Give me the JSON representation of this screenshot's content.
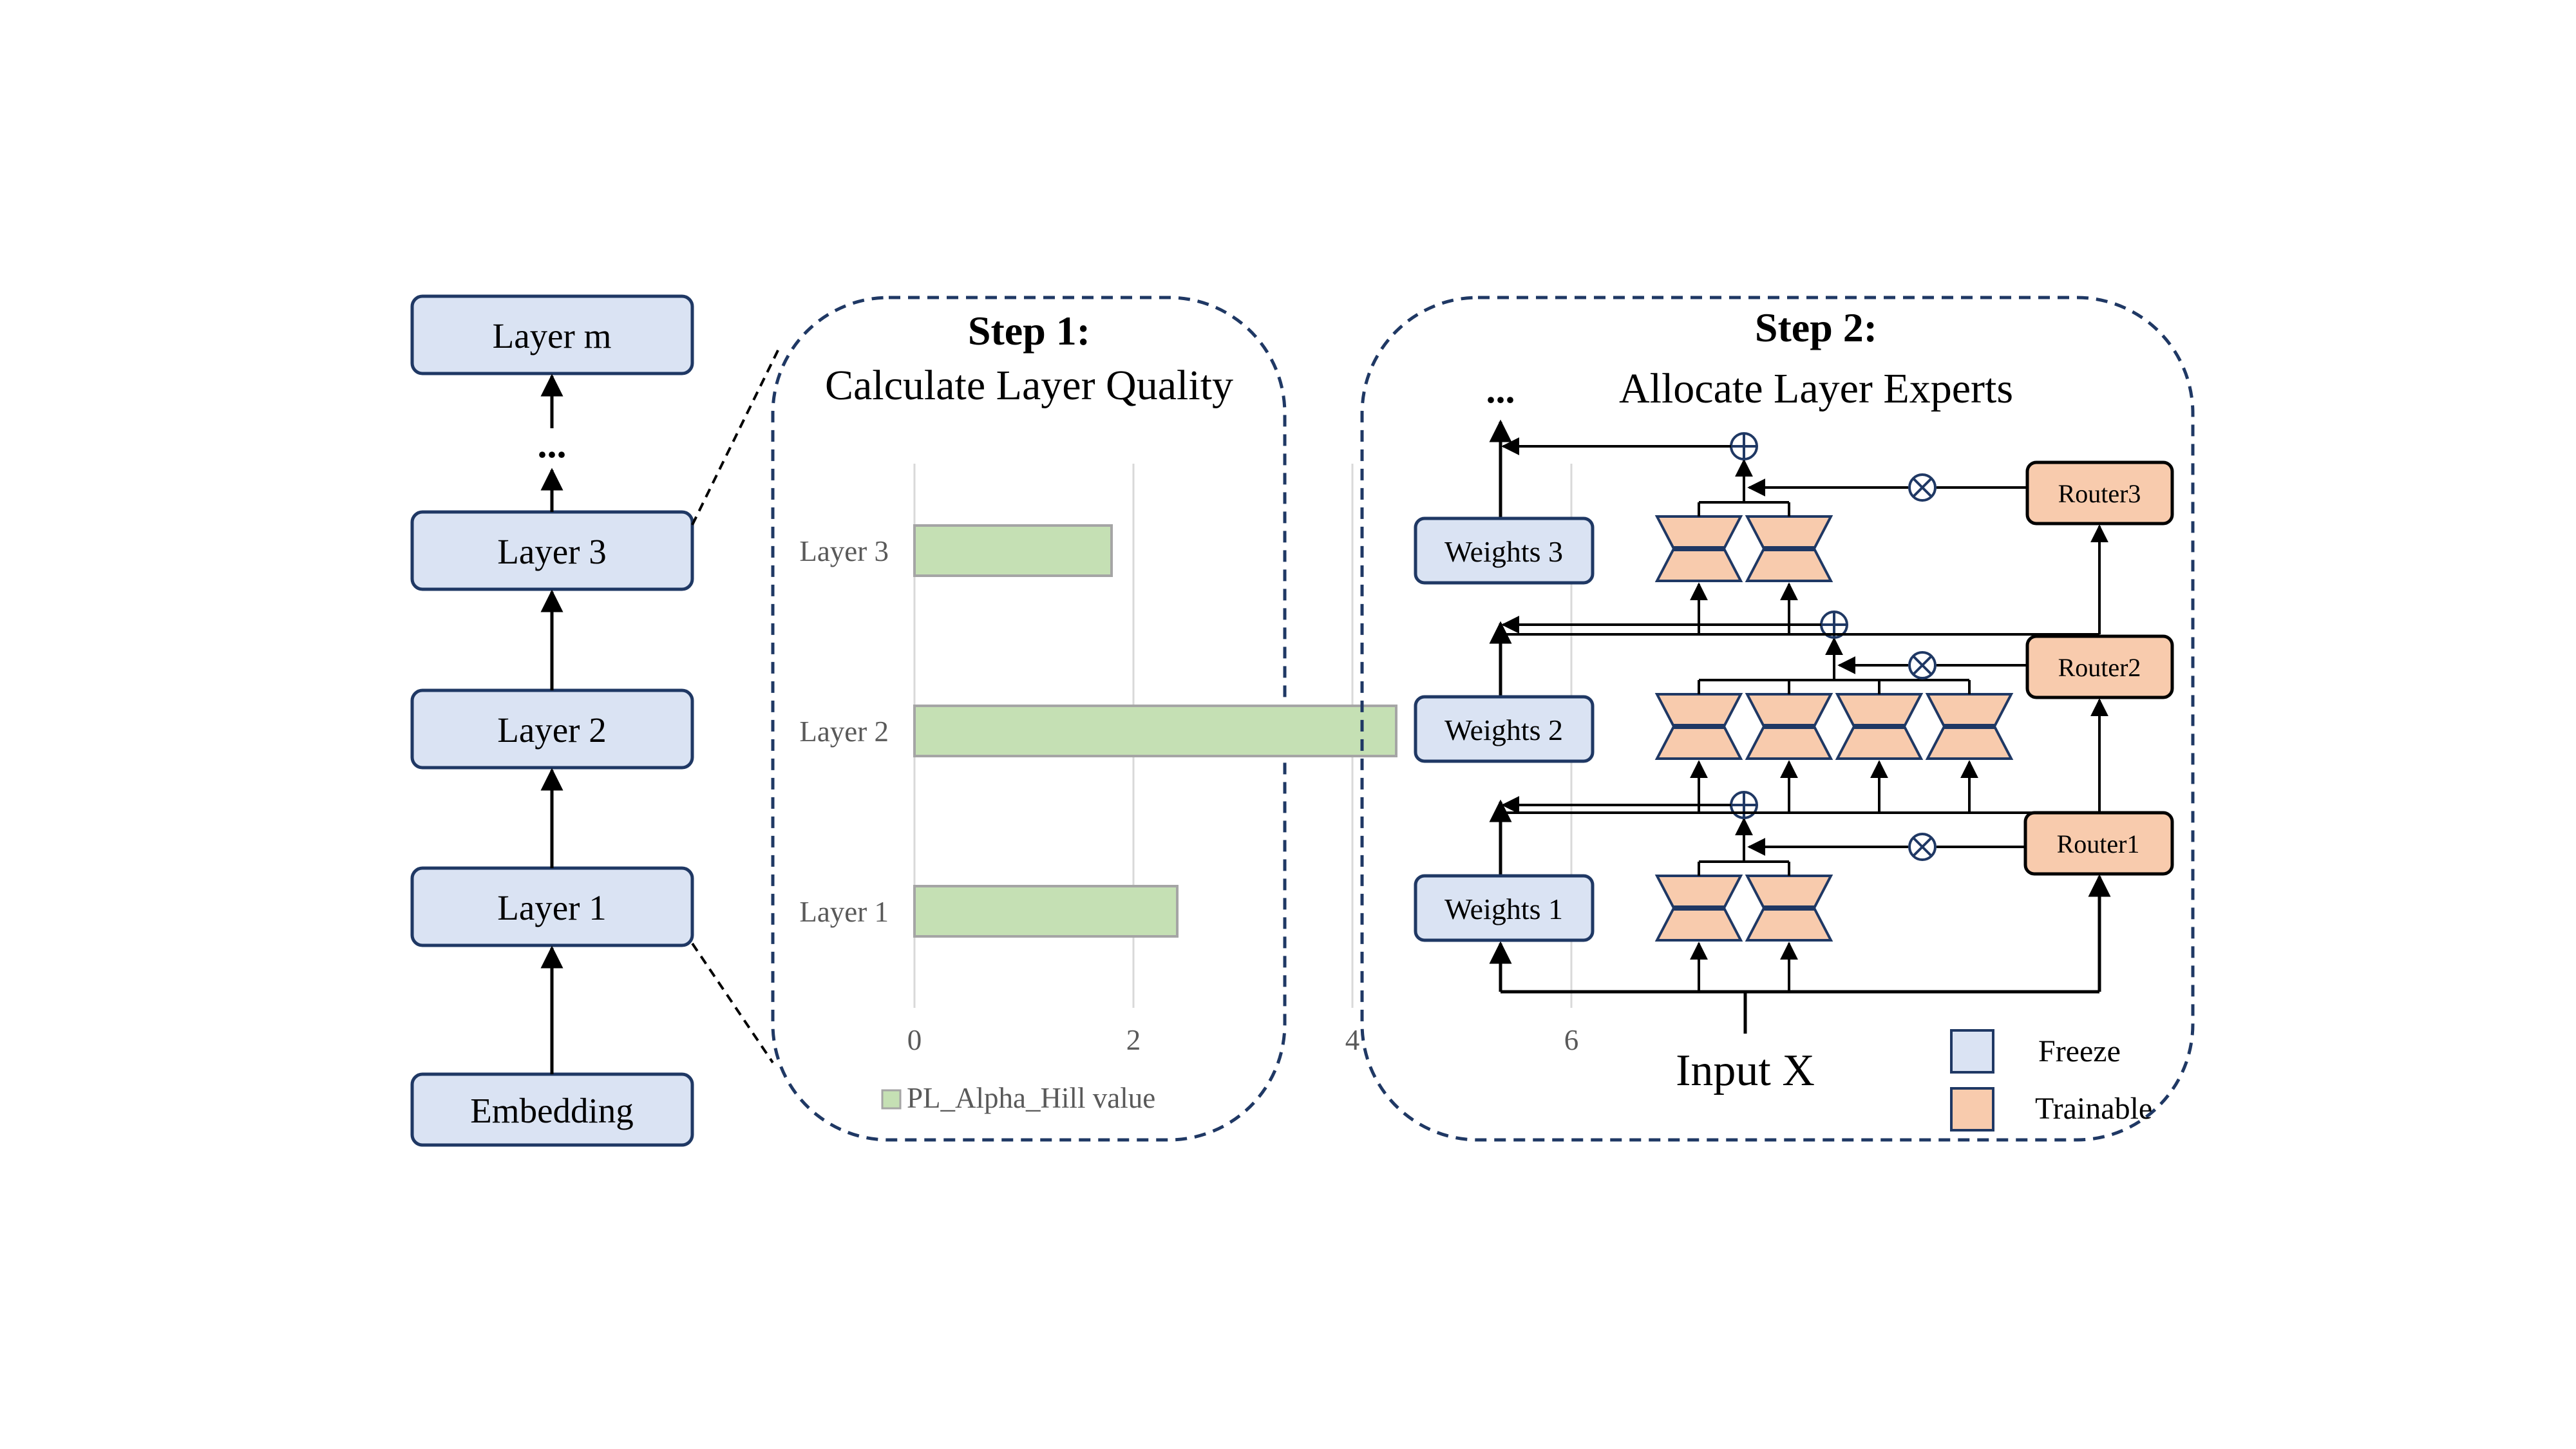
{
  "colors": {
    "freeze_fill": "#dae3f3",
    "trainable_fill": "#f8cbad",
    "border": "#1f3864",
    "bar_fill": "#c5e0b4",
    "bar_stroke": "#a5a5a5",
    "gridline": "#d9d9d9"
  },
  "stack": {
    "layer_m": "Layer m",
    "ellipsis": "...",
    "layer3": "Layer 3",
    "layer2": "Layer 2",
    "layer1": "Layer 1",
    "embedding": "Embedding"
  },
  "step1": {
    "heading": "Step 1:",
    "subtitle": "Calculate Layer Quality"
  },
  "chart_data": {
    "type": "bar",
    "orientation": "horizontal",
    "categories": [
      "Layer 3",
      "Layer 2",
      "Layer 1"
    ],
    "series": [
      {
        "name": "PL_Alpha_Hill value",
        "values": [
          1.8,
          4.4,
          2.4
        ]
      }
    ],
    "xlim": [
      0,
      6
    ],
    "xticks": [
      "0",
      "2",
      "4",
      "6"
    ],
    "legend": "bottom",
    "grid": true
  },
  "step2": {
    "heading": "Step 2:",
    "subtitle": "Allocate Layer Experts",
    "ellipsis": "...",
    "weights3": "Weights 3",
    "weights2": "Weights 2",
    "weights1": "Weights 1",
    "router3": "Router3",
    "router2": "Router2",
    "router1": "Router1",
    "input": "Input X",
    "plus_symbol": "⊕",
    "times_symbol": "⊗",
    "experts_per_layer": {
      "layer1": 2,
      "layer2": 4,
      "layer3": 2
    }
  },
  "legend": {
    "freeze": "Freeze",
    "trainable": "Trainable"
  }
}
